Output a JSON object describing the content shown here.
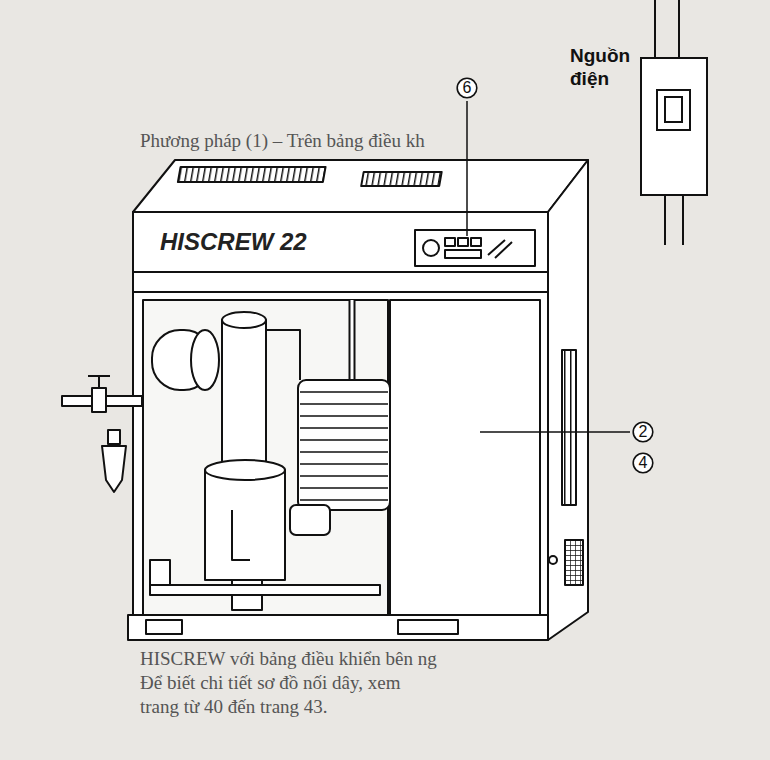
{
  "diagram": {
    "nodes": [
      {
        "text": [
          "Nguồn điện"
        ]
      },
      {
        "text": [
          "6"
        ]
      },
      {
        "text": [
          "2"
        ]
      },
      {
        "text": [
          "4"
        ]
      }
    ],
    "labels": [
      "HISCREW 22",
      "Phương pháp (1) – Trên bảng điều kh",
      "HISCREW với bảng điều khiển bên ng",
      "Để biết chi tiết sơ đồ nối dây, xem",
      "trang từ 40 đến trang 43."
    ]
  }
}
